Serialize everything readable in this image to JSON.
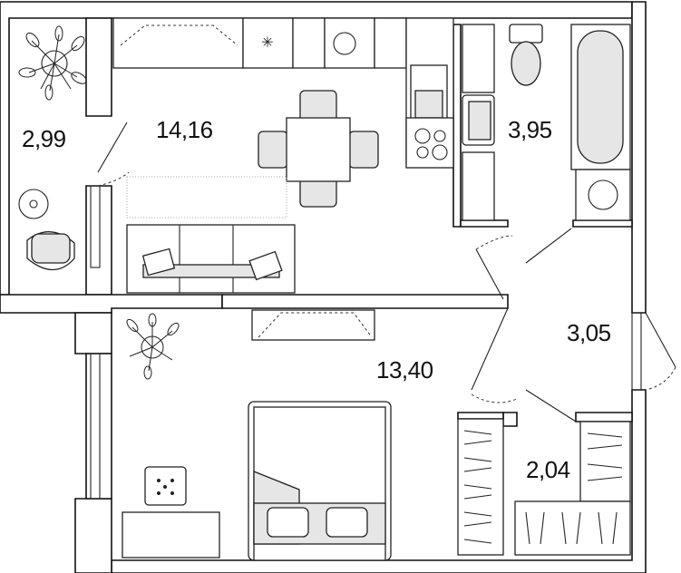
{
  "plan": {
    "rooms": [
      {
        "id": "balcony",
        "area": "2,99"
      },
      {
        "id": "kitchen-living",
        "area": "14,16"
      },
      {
        "id": "bathroom",
        "area": "3,95"
      },
      {
        "id": "hallway",
        "area": "3,05"
      },
      {
        "id": "bedroom",
        "area": "13,40"
      },
      {
        "id": "wardrobe",
        "area": "2,04"
      }
    ]
  }
}
